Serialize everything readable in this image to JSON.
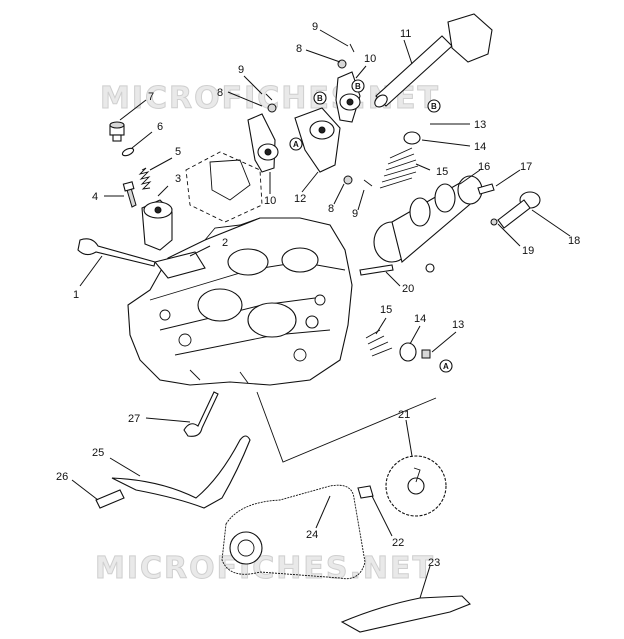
{
  "watermark": {
    "text": "MICROFICHES.NET"
  },
  "callouts": [
    {
      "id": "1",
      "text": "1"
    },
    {
      "id": "2",
      "text": "2"
    },
    {
      "id": "3",
      "text": "3"
    },
    {
      "id": "4",
      "text": "4"
    },
    {
      "id": "5",
      "text": "5"
    },
    {
      "id": "6",
      "text": "6"
    },
    {
      "id": "7",
      "text": "7"
    },
    {
      "id": "8a",
      "text": "8"
    },
    {
      "id": "8b",
      "text": "8"
    },
    {
      "id": "8c",
      "text": "8"
    },
    {
      "id": "9a",
      "text": "9"
    },
    {
      "id": "9b",
      "text": "9"
    },
    {
      "id": "9c",
      "text": "9"
    },
    {
      "id": "10a",
      "text": "10"
    },
    {
      "id": "10b",
      "text": "10"
    },
    {
      "id": "11",
      "text": "11"
    },
    {
      "id": "12",
      "text": "12"
    },
    {
      "id": "13a",
      "text": "13"
    },
    {
      "id": "13b",
      "text": "13"
    },
    {
      "id": "14a",
      "text": "14"
    },
    {
      "id": "14b",
      "text": "14"
    },
    {
      "id": "15a",
      "text": "15"
    },
    {
      "id": "15b",
      "text": "15"
    },
    {
      "id": "16",
      "text": "16"
    },
    {
      "id": "17",
      "text": "17"
    },
    {
      "id": "18",
      "text": "18"
    },
    {
      "id": "19",
      "text": "19"
    },
    {
      "id": "20",
      "text": "20"
    },
    {
      "id": "21",
      "text": "21"
    },
    {
      "id": "22",
      "text": "22"
    },
    {
      "id": "23",
      "text": "23"
    },
    {
      "id": "24",
      "text": "24"
    },
    {
      "id": "25",
      "text": "25"
    },
    {
      "id": "26",
      "text": "26"
    },
    {
      "id": "27",
      "text": "27"
    }
  ],
  "ref_markers": [
    {
      "id": "A1",
      "text": "A"
    },
    {
      "id": "A2",
      "text": "A"
    },
    {
      "id": "B1",
      "text": "B"
    },
    {
      "id": "B2",
      "text": "B"
    },
    {
      "id": "B3",
      "text": "B"
    }
  ]
}
